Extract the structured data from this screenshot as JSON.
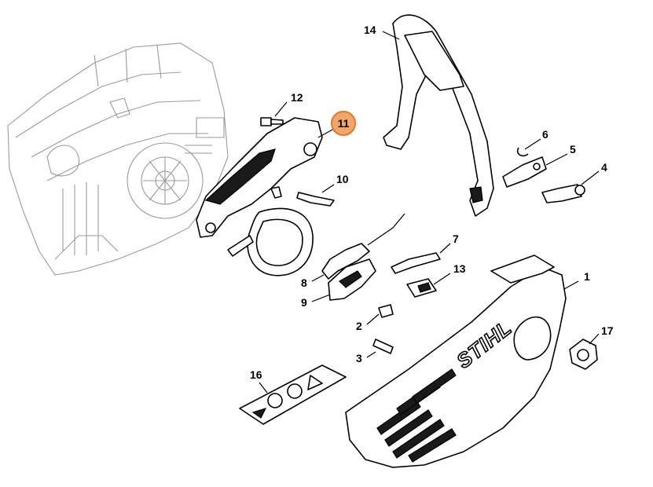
{
  "highlight_color": "#f2a66a",
  "highlight_stroke": "#e07a2c",
  "brand_logo": "STIHL",
  "callouts": [
    {
      "id": "c1",
      "label": "1"
    },
    {
      "id": "c2",
      "label": "2"
    },
    {
      "id": "c3",
      "label": "3"
    },
    {
      "id": "c4",
      "label": "4"
    },
    {
      "id": "c5",
      "label": "5"
    },
    {
      "id": "c6",
      "label": "6"
    },
    {
      "id": "c7",
      "label": "7"
    },
    {
      "id": "c8",
      "label": "8"
    },
    {
      "id": "c9",
      "label": "9"
    },
    {
      "id": "c10",
      "label": "10"
    },
    {
      "id": "c11",
      "label": "11",
      "highlighted": true
    },
    {
      "id": "c12",
      "label": "12"
    },
    {
      "id": "c13",
      "label": "13"
    },
    {
      "id": "c14",
      "label": "14"
    },
    {
      "id": "c16",
      "label": "16"
    },
    {
      "id": "c17",
      "label": "17"
    }
  ]
}
